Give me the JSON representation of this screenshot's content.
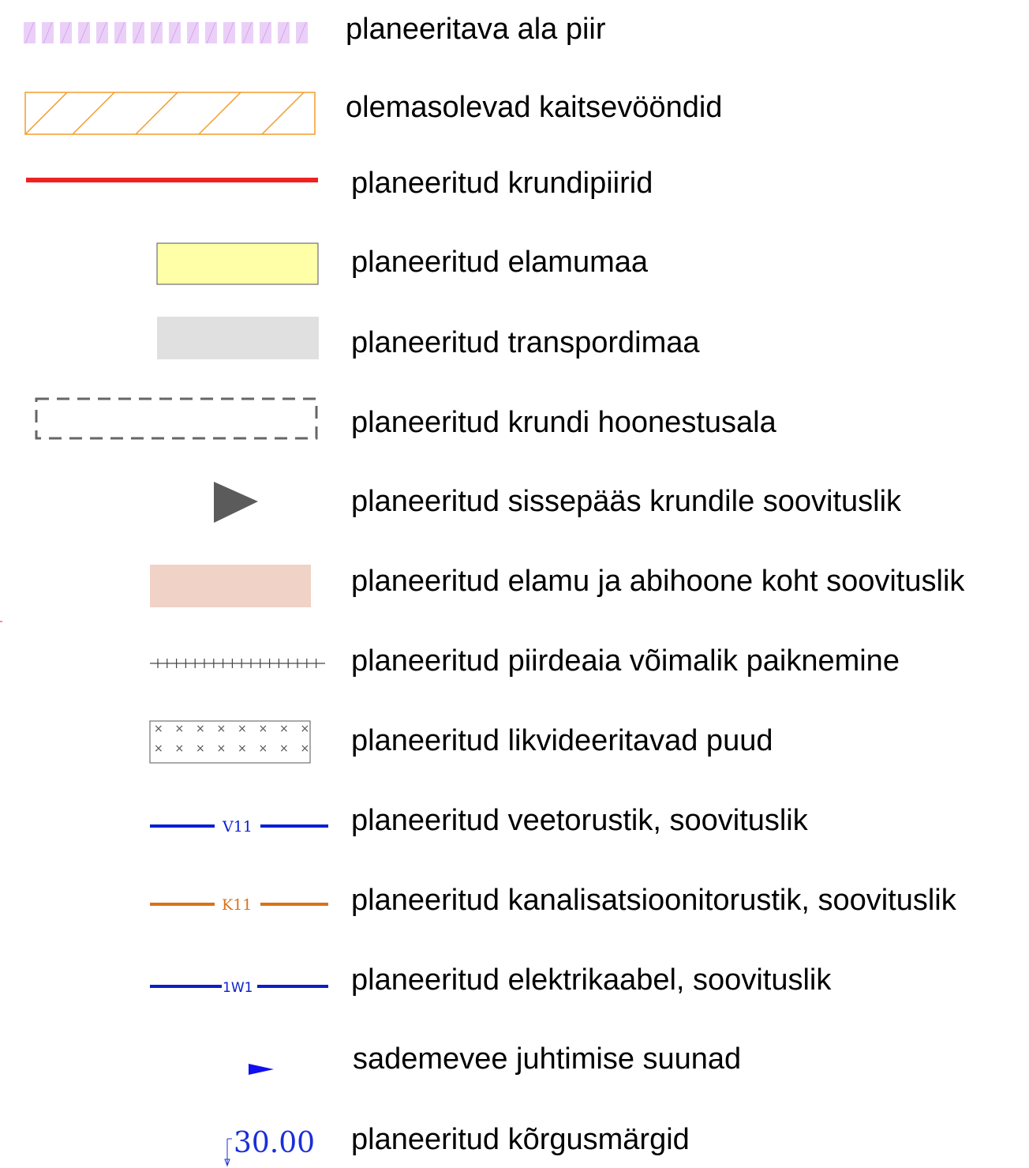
{
  "legend": {
    "items": [
      {
        "key": "planned-area-boundary",
        "label": "planeeritava ala piir",
        "color": "#e6b8f5"
      },
      {
        "key": "existing-protection-zones",
        "label": "olemasolevad kaitsevööndid",
        "color": "#f39c2c"
      },
      {
        "key": "planned-plot-boundaries",
        "label": "planeeritud krundipiirid",
        "color": "#ee2222"
      },
      {
        "key": "planned-residential-land",
        "label": "planeeritud elamumaa",
        "color": "#ffffa8"
      },
      {
        "key": "planned-transport-land",
        "label": "planeeritud transpordimaa",
        "color": "#e0e0e0"
      },
      {
        "key": "planned-building-area",
        "label": "planeeritud krundi hoonestusala",
        "color": "#666666"
      },
      {
        "key": "planned-entrance",
        "label": "planeeritud sissepääs krundile soovituslik",
        "color": "#5b5b5b"
      },
      {
        "key": "planned-house-location",
        "label": "planeeritud elamu ja abihoone koht soovituslik",
        "color": "#f0d2c6"
      },
      {
        "key": "planned-fence",
        "label": "planeeritud piirdeaia võimalik paiknemine",
        "color": "#444444"
      },
      {
        "key": "planned-tree-removal",
        "label": "planeeritud likvideeritavad puud",
        "color": "#555555"
      },
      {
        "key": "planned-water-pipe",
        "label": "planeeritud veetorustik, soovituslik",
        "color": "#0a1fd6",
        "code": "V11"
      },
      {
        "key": "planned-sewer-pipe",
        "label": "planeeritud kanalisatsioonitorustik, soovituslik",
        "color": "#d8731a",
        "code": "K11"
      },
      {
        "key": "planned-power-cable",
        "label": "planeeritud elektrikaabel, soovituslik",
        "color": "#0a1fc8",
        "code": "1W1"
      },
      {
        "key": "stormwater-direction",
        "label": "sademevee juhtimise suunad",
        "color": "#1010ee"
      },
      {
        "key": "planned-elevation-marks",
        "label": "planeeritud kõrgusmärgid",
        "color": "#1a2fd8",
        "code": "30.00"
      }
    ]
  }
}
